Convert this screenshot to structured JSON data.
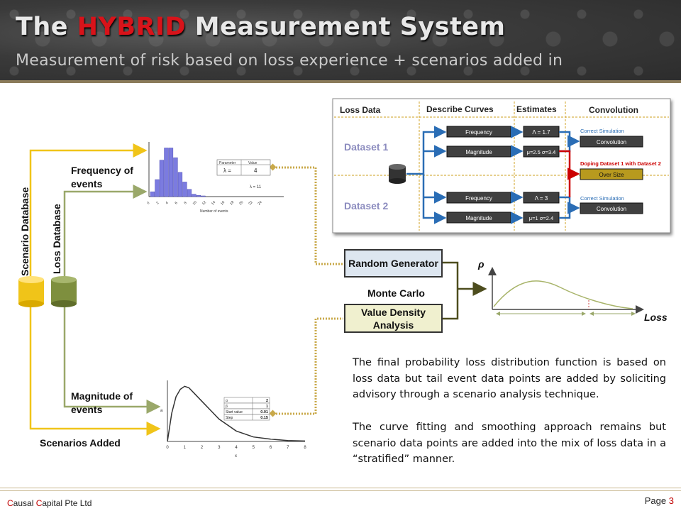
{
  "header": {
    "title_pre": "The",
    "title_hybrid": "HYBRID",
    "title_post": "Measurement System",
    "subtitle": "Measurement of risk based on loss experience + scenarios added in"
  },
  "left": {
    "scenario_db": "Scenario Database",
    "loss_db": "Loss Database",
    "freq_label": "Frequency of events",
    "mag_label": "Magnitude of events",
    "scenarios_added": "Scenarios Added"
  },
  "poisson": {
    "param_header": "Parameter",
    "value_header": "Value",
    "param": "λ =",
    "value": "4",
    "note": "λ = 11",
    "x_ticks": [
      "0",
      "2",
      "4",
      "6",
      "8",
      "10",
      "12",
      "14",
      "16",
      "18",
      "20",
      "22",
      "24"
    ],
    "xlabel": "Number of events"
  },
  "gamma": {
    "rows": [
      [
        "α",
        "2"
      ],
      [
        "β",
        "1"
      ],
      [
        "Start value",
        "0.01"
      ],
      [
        "Step",
        "0.15"
      ]
    ],
    "x_ticks": [
      "0",
      "1",
      "2",
      "3",
      "4",
      "5",
      "6",
      "7",
      "8"
    ],
    "xlabel": "x",
    "ylabel": "a"
  },
  "process": {
    "random_generator": "Random Generator",
    "monte_carlo": "Monte Carlo",
    "value_density": "Value Density Analysis"
  },
  "result": {
    "rho": "ρ",
    "loss": "Loss"
  },
  "inset": {
    "headers": [
      "Loss Data",
      "Describe Curves",
      "Estimates",
      "Convolution"
    ],
    "dataset1": "Dataset 1",
    "dataset2": "Dataset 2",
    "frequency": "Frequency",
    "magnitude": "Magnitude",
    "est_f1": "Λ = 1.7",
    "est_m1": "μ=2.5 σ=3.4",
    "est_f2": "Λ = 3",
    "est_m2": "μ=1 σ=2.4",
    "correct_sim": "Correct Simulation",
    "convolution": "Convolution",
    "doping": "Doping  Dataset 1 with Dataset 2",
    "over_size": "Over Size"
  },
  "text": {
    "para1": "The final probability loss distribution function is based on loss data but tail event data points are added by soliciting advisory through a scenario analysis technique.",
    "para2": "The curve fitting  and smoothing approach remains but scenario data points are added into the mix of loss data in a “stratified” manner."
  },
  "footer": {
    "company_c1": "C",
    "company_mid": "ausal ",
    "company_c2": "C",
    "company_rest": "apital Pte Ltd",
    "page_label": "Page",
    "page_num": "3"
  },
  "chart_data": [
    {
      "type": "bar",
      "title": "",
      "xlabel": "Number of events",
      "categories": [
        "0",
        "1",
        "2",
        "3",
        "4",
        "5",
        "6",
        "7",
        "8",
        "9",
        "10",
        "11",
        "12",
        "13",
        "14",
        "15"
      ],
      "values": [
        2,
        7,
        15,
        20,
        20,
        16,
        10,
        6,
        3,
        1,
        0.5,
        0.3,
        0,
        0,
        0,
        0
      ],
      "ylim": [
        0,
        21
      ],
      "color": "#7b7be0"
    },
    {
      "type": "line",
      "title": "",
      "xlabel": "x",
      "x": [
        0,
        0.25,
        0.5,
        0.75,
        1,
        1.25,
        1.5,
        2,
        2.5,
        3,
        3.5,
        4,
        5,
        6,
        7,
        8
      ],
      "values": [
        0,
        0.19,
        0.3,
        0.35,
        0.37,
        0.36,
        0.33,
        0.27,
        0.21,
        0.15,
        0.11,
        0.07,
        0.03,
        0.015,
        0.006,
        0.003
      ],
      "xlim": [
        0,
        8
      ],
      "ylim": [
        0,
        0.4
      ]
    }
  ],
  "colors": {
    "yellow_line": "#f0c419",
    "green_line": "#9aa86a",
    "olive_arrow": "#6b6b2a",
    "inset_border": "#c9a94a",
    "inset_blue_arrow": "#2a6db5",
    "inset_red_arrow": "#cc0000"
  }
}
